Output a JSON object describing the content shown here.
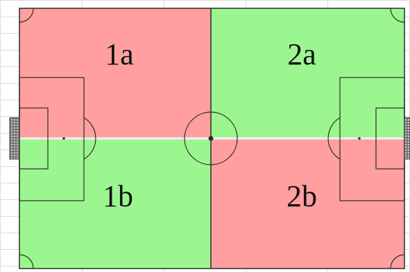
{
  "zones": [
    {
      "id": "1a",
      "label": "1a",
      "color": "#ff9f9f"
    },
    {
      "id": "2a",
      "label": "2a",
      "color": "#9cf68f"
    },
    {
      "id": "1b",
      "label": "1b",
      "color": "#9cf68f"
    },
    {
      "id": "2b",
      "label": "2b",
      "color": "#ff9f9f"
    }
  ],
  "colors": {
    "red_zone": "#ff9f9f",
    "green_zone": "#9cf68f",
    "lines": "#2b2b2b",
    "goal_net": "#555555",
    "halfway_line": "#f2f2f2"
  }
}
